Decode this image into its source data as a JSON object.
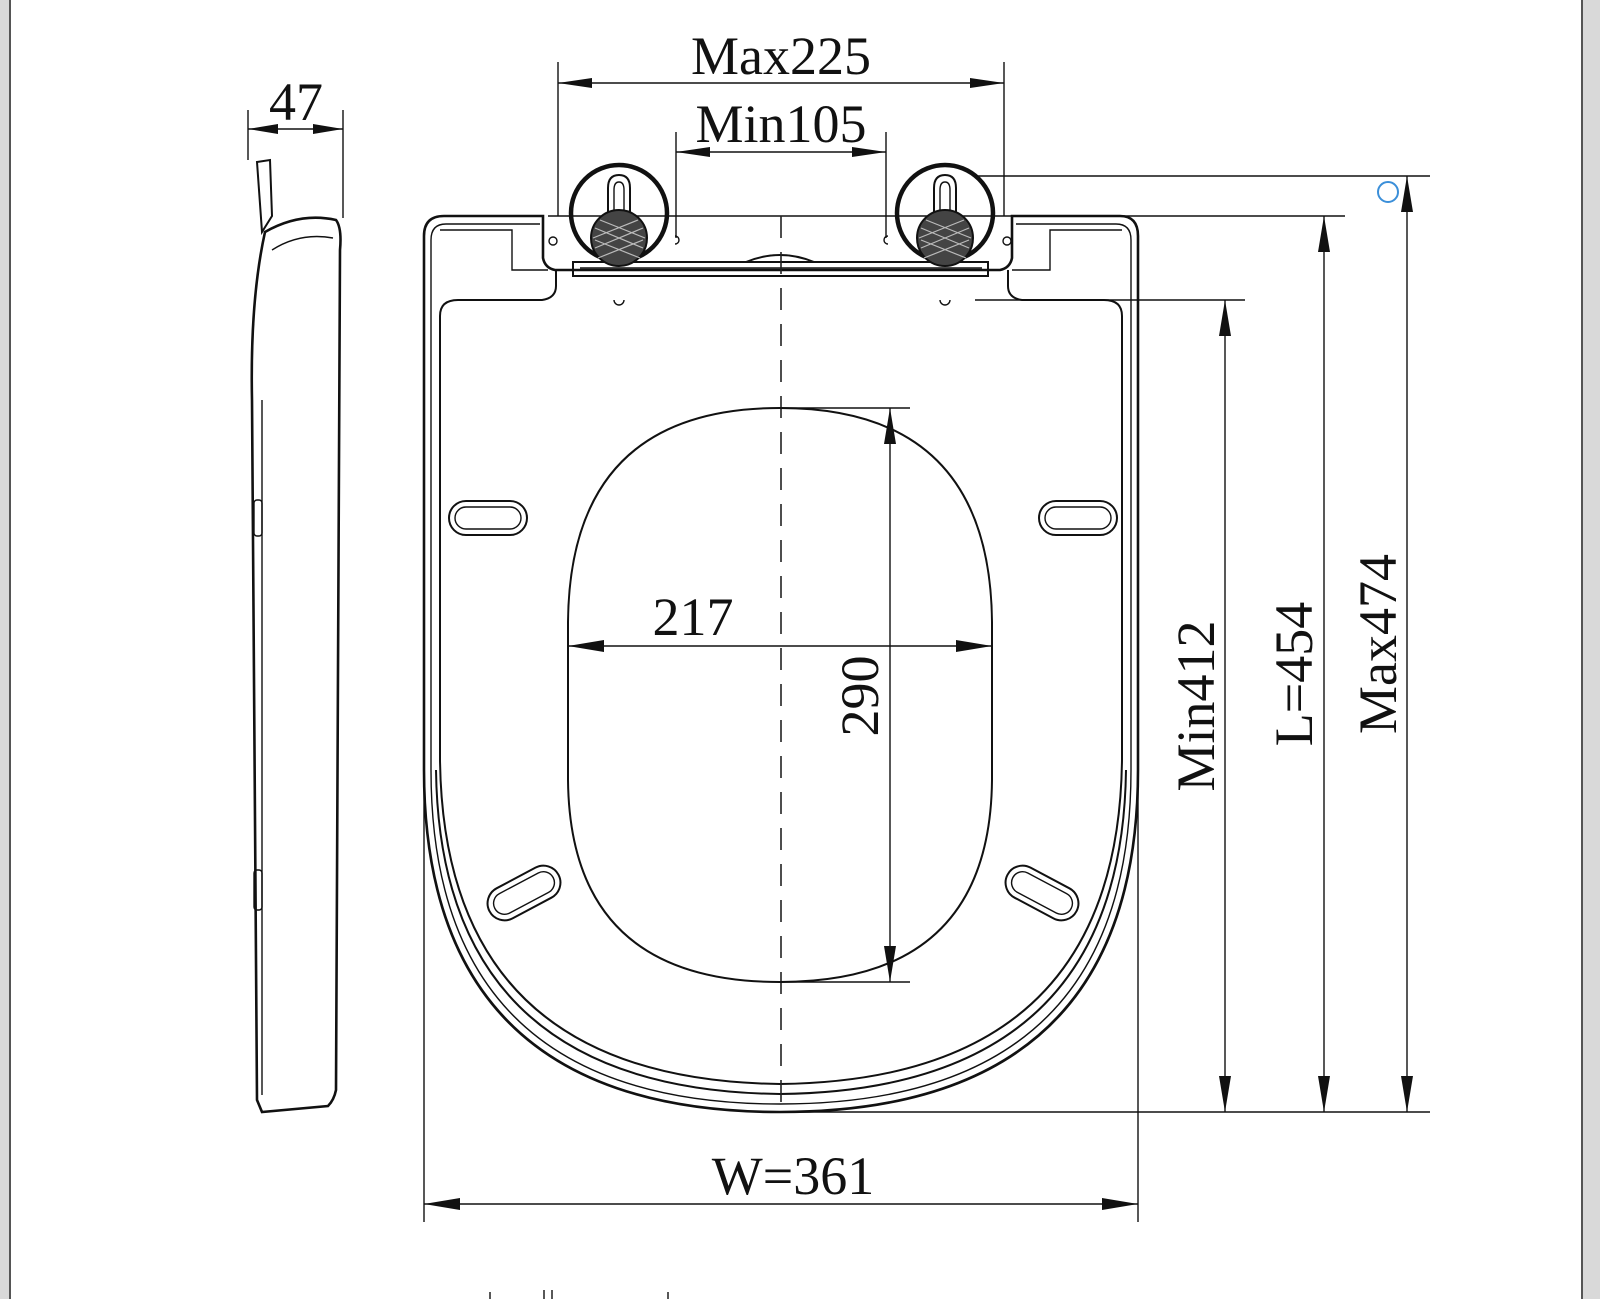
{
  "dimensions": {
    "thickness": "47",
    "max_hinge_spacing": "Max225",
    "min_hinge_spacing": "Min105",
    "hole_width": "217",
    "hole_length": "290",
    "min_length": "Min412",
    "length": "L=454",
    "max_length": "Max474",
    "width": "W=361"
  },
  "colors": {
    "line": "#111111",
    "background": "#ffffff",
    "frame": "#d9d9d9",
    "marker": "#3b8fd9"
  }
}
